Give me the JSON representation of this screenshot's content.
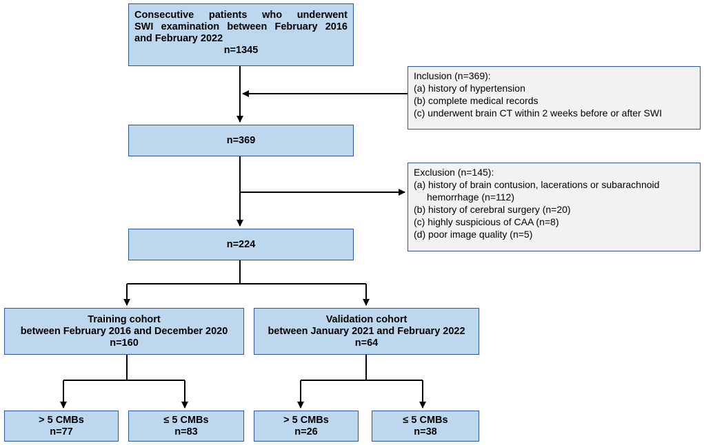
{
  "nodes": {
    "start": {
      "line1": "Consecutive patients who underwent",
      "line2": "SWI examination between February 2016",
      "line3": "and February 2022",
      "count": "n=1345"
    },
    "after_inclusion": {
      "count": "n=369"
    },
    "after_exclusion": {
      "count": "n=224"
    },
    "training": {
      "title": "Training cohort",
      "period": "between February 2016 and December 2020",
      "count": "n=160"
    },
    "validation": {
      "title": "Validation cohort",
      "period": "between January 2021 and February 2022",
      "count": "n=64"
    },
    "training_high": {
      "label": "> 5 CMBs",
      "count": "n=77"
    },
    "training_low": {
      "label": "≤ 5 CMBs",
      "count": "n=83"
    },
    "validation_high": {
      "label": "> 5 CMBs",
      "count": "n=26"
    },
    "validation_low": {
      "label": "≤ 5 CMBs",
      "count": "n=38"
    }
  },
  "inclusion": {
    "title": "Inclusion (n=369):",
    "items": [
      "(a) history of hypertension",
      "(b) complete medical records",
      "(c) underwent brain CT within 2 weeks before or after SWI"
    ]
  },
  "exclusion": {
    "title": "Exclusion (n=145):",
    "items": [
      "(a) history of brain contusion, lacerations or subarachnoid",
      "hemorrhage (n=112)",
      "(b) history of cerebral surgery (n=20)",
      "(c) highly suspicious of CAA (n=8)",
      "(d) poor image quality (n=5)"
    ]
  },
  "colors": {
    "box_fill": "#bdd7ee",
    "box_border": "#2e5597",
    "note_fill": "#f2f2f2",
    "arrow": "#000000"
  }
}
